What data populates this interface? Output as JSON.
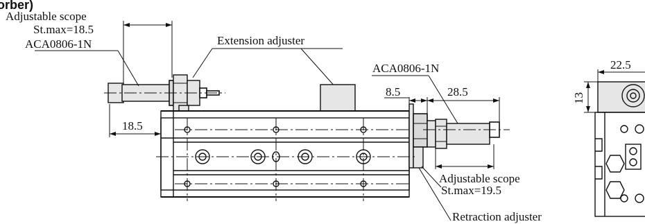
{
  "header": {
    "partial_title": "orber)"
  },
  "left_adjuster": {
    "scope_label": "Adjustable scope",
    "stroke_label": "St.max=18.5",
    "model": "ACA0806-1N",
    "offset_dim": "18.5"
  },
  "extension": {
    "label": "Extension adjuster"
  },
  "right_adjuster": {
    "model": "ACA0806-1N",
    "dim_left": "8.5",
    "dim_right": "28.5",
    "scope_label": "Adjustable scope",
    "stroke_label": "St.max=19.5"
  },
  "retraction": {
    "label": "Retraction adjuster"
  },
  "side_view": {
    "width_dim": "22.5",
    "height_dim": "13"
  }
}
